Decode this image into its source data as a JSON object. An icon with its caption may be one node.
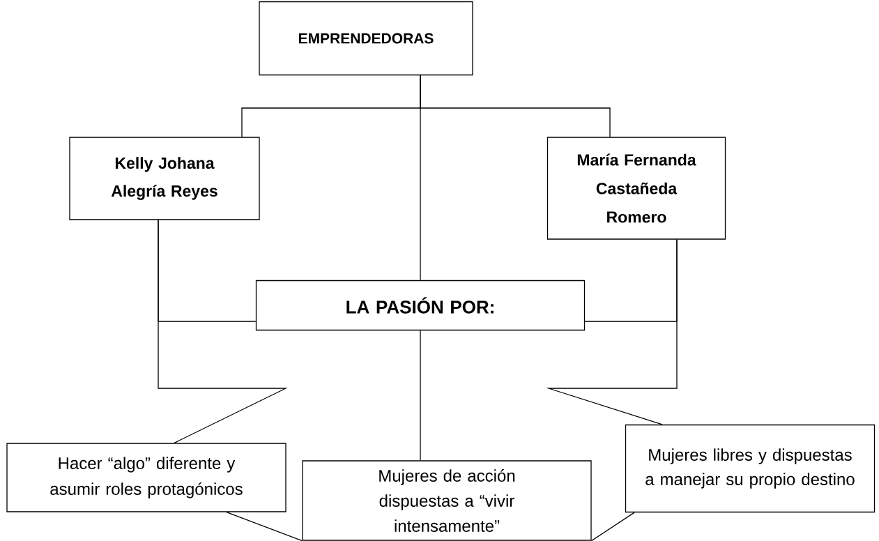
{
  "diagram": {
    "nodes": [
      {
        "text": [
          "EMPRENDEDORAS"
        ]
      },
      {
        "text": [
          "Kelly Johana Alegría Reyes"
        ]
      },
      {
        "text": [
          "María Fernanda Castañeda Romero"
        ]
      },
      {
        "text": [
          "LA PASIÓN POR:"
        ]
      },
      {
        "text": [
          "Hacer “algo” diferente y asumir roles protagónicos"
        ]
      },
      {
        "text": [
          "Mujeres de acción dispuestas a “vivir intensamente”"
        ]
      },
      {
        "text": [
          "Mujeres libres y dispuestas a manejar su propio destino"
        ]
      }
    ],
    "edges": [
      {
        "from": 0,
        "to": 1,
        "arrow": "none"
      },
      {
        "from": 0,
        "to": 2,
        "arrow": "none"
      },
      {
        "from": 0,
        "to": 3,
        "arrow": "none"
      },
      {
        "from": 1,
        "to": 3,
        "arrow": "none"
      },
      {
        "from": 1,
        "to": 4,
        "arrow": "none"
      },
      {
        "from": 2,
        "to": 3,
        "arrow": "none"
      },
      {
        "from": 2,
        "to": 6,
        "arrow": "none"
      },
      {
        "from": 3,
        "to": 5,
        "arrow": "none"
      },
      {
        "from": 4,
        "to": 5,
        "arrow": "none"
      },
      {
        "from": 6,
        "to": 5,
        "arrow": "none"
      }
    ]
  }
}
